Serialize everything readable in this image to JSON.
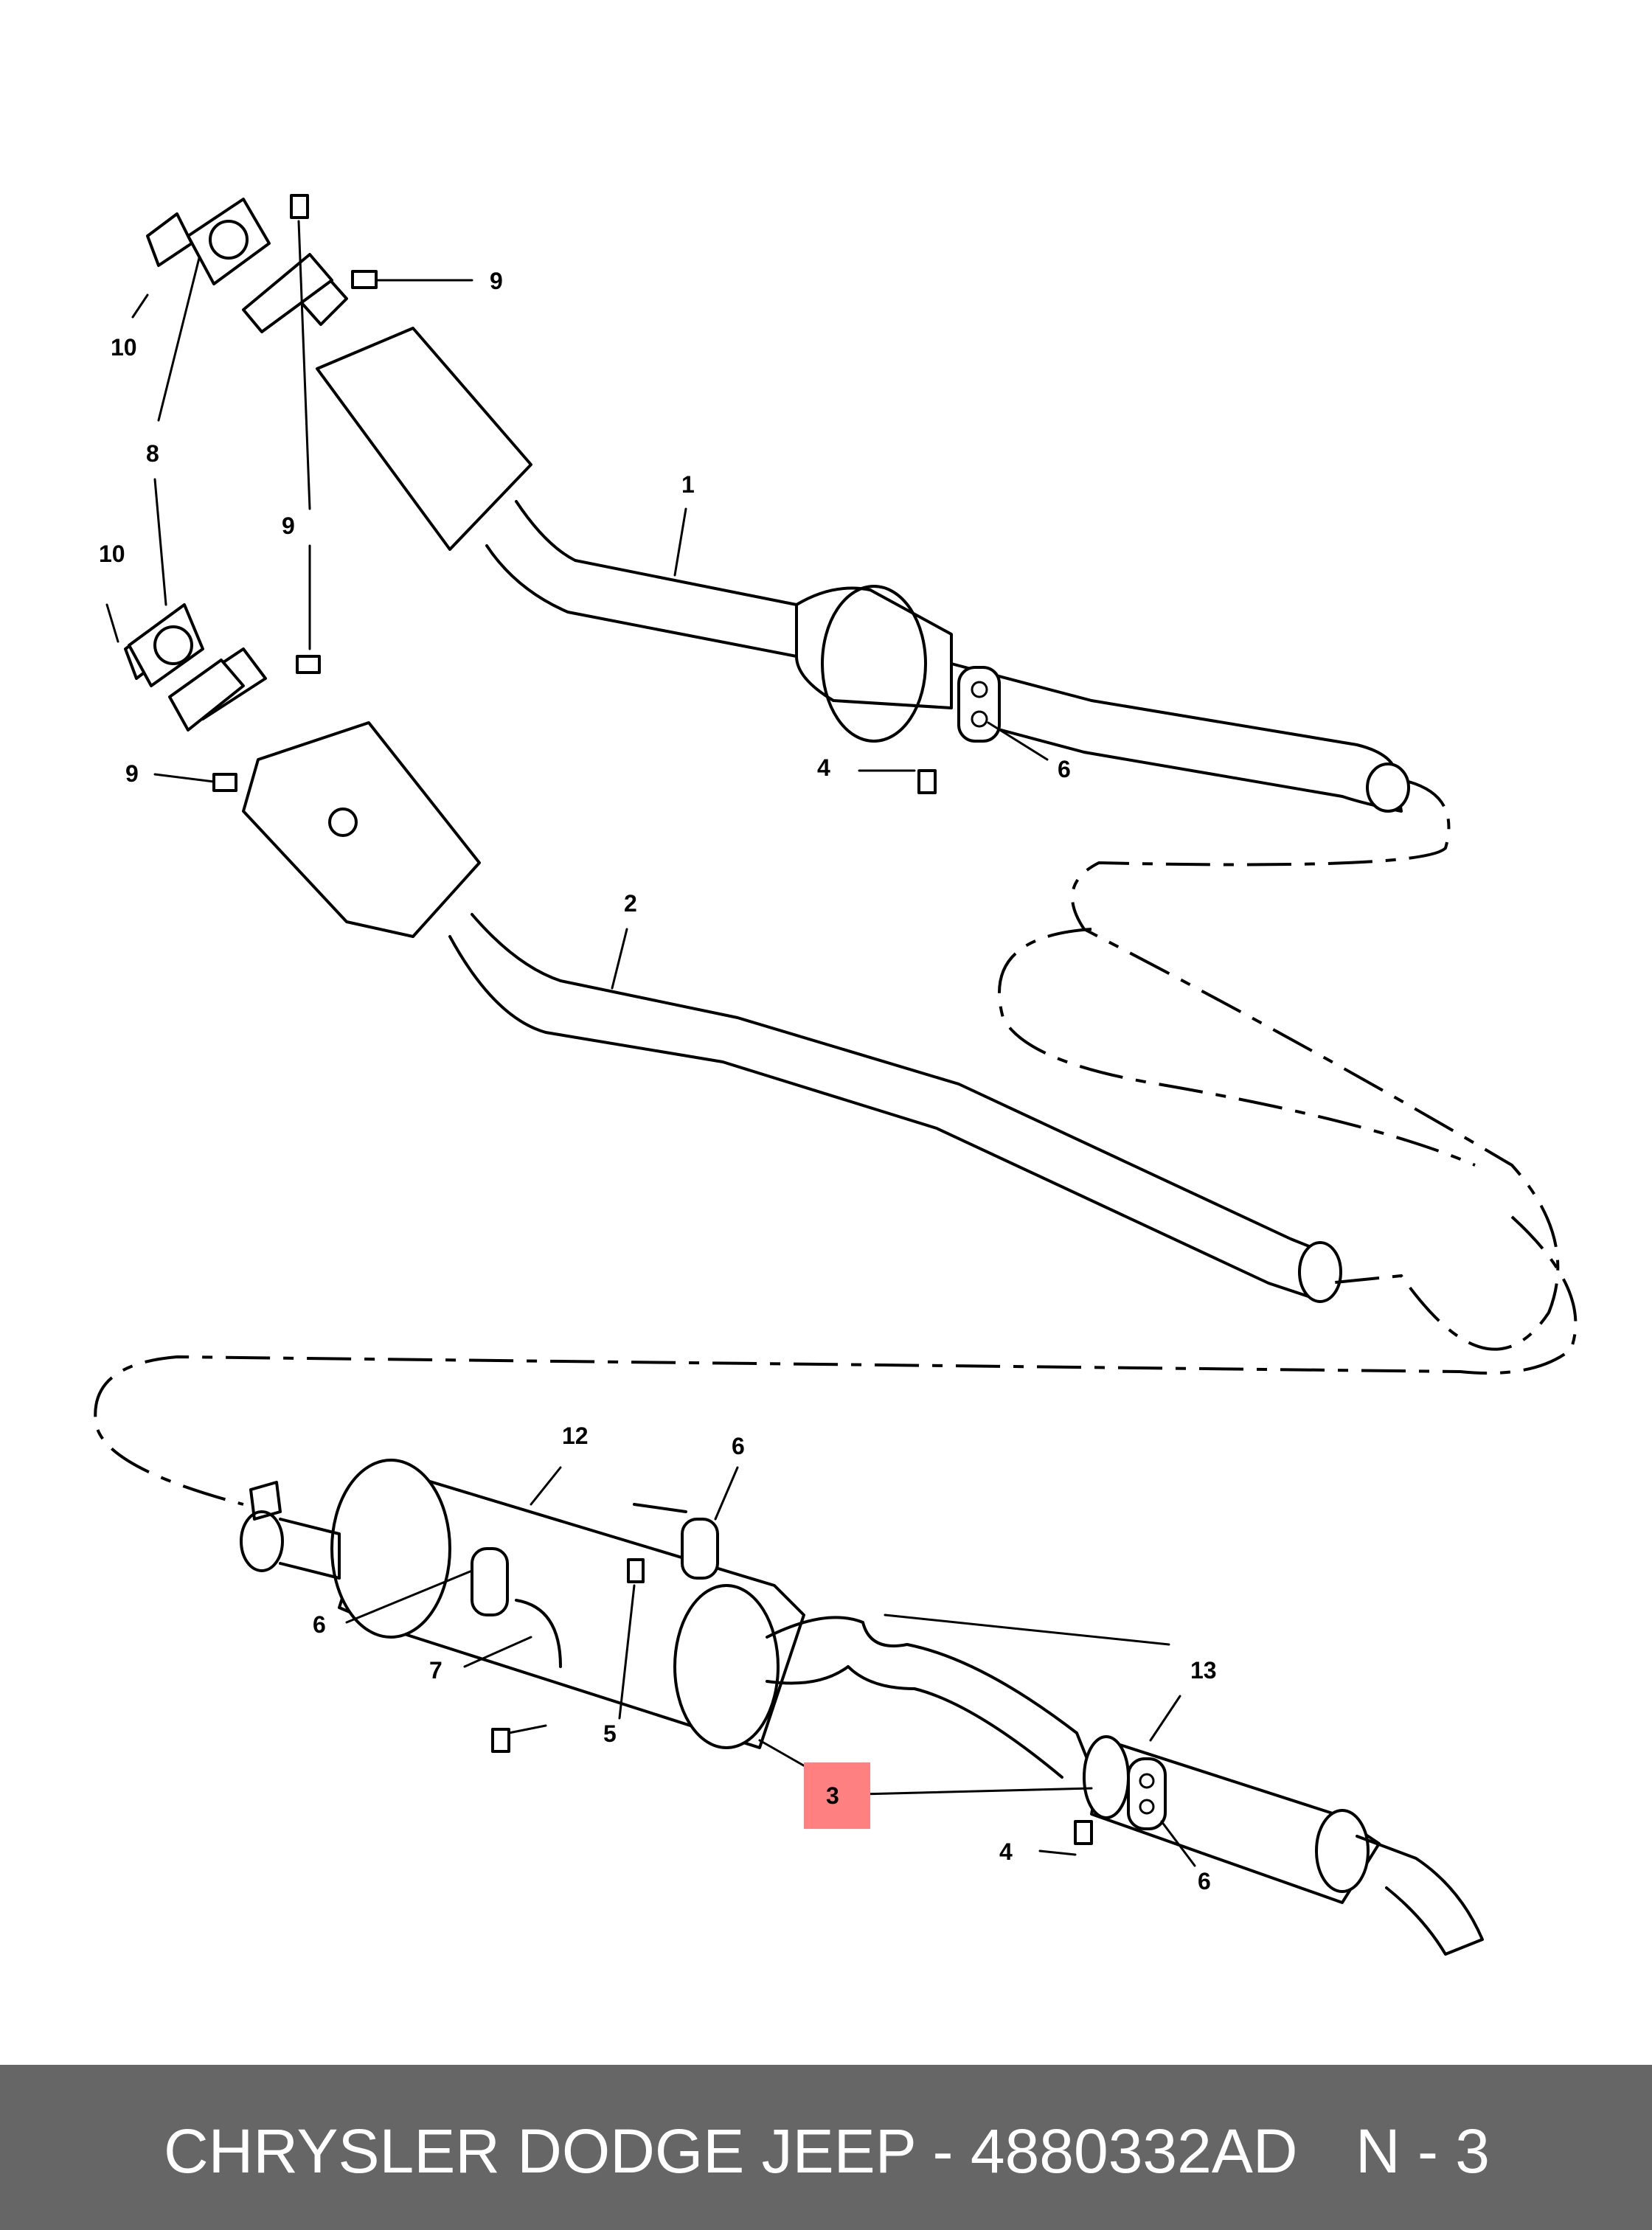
{
  "diagram": {
    "callouts": {
      "c1": "1",
      "c2": "2",
      "c3": "3",
      "c4a": "4",
      "c4b": "4",
      "c5": "5",
      "c6a": "6",
      "c6b": "6",
      "c6c": "6",
      "c6d": "6",
      "c7": "7",
      "c8": "8",
      "c9a": "9",
      "c9b": "9",
      "c9c": "9",
      "c10a": "10",
      "c10b": "10",
      "c12": "12",
      "c13": "13"
    },
    "highlight_color": "#ff8080"
  },
  "footer": {
    "text": "CHRYSLER DODGE JEEP - 4880332AD",
    "code": "N - 3",
    "background": "#666666"
  }
}
